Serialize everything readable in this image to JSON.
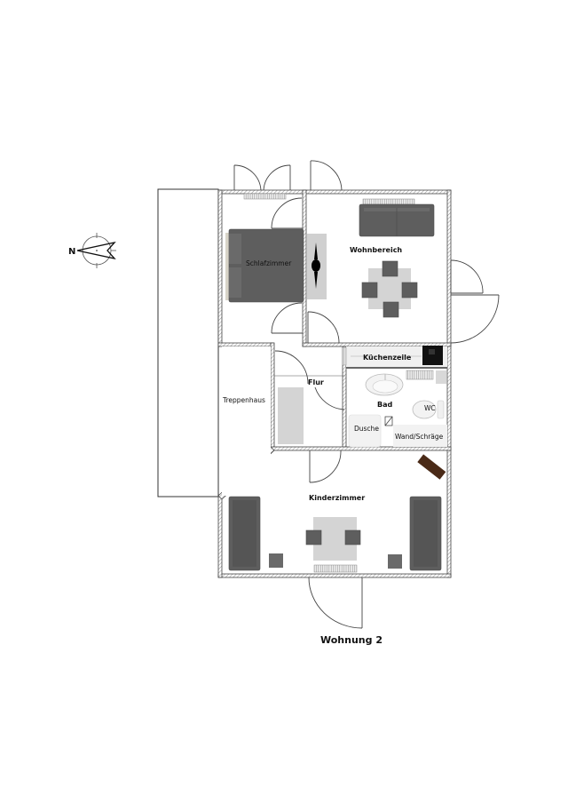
{
  "plan": {
    "title": "Wohnung 2",
    "compass": {
      "letter": "N",
      "icon": "compass-north-arrow-icon"
    },
    "rooms": [
      {
        "id": "schlafzimmer",
        "label": "Schlafzimmer"
      },
      {
        "id": "wohnbereich",
        "label": "Wohnbereich"
      },
      {
        "id": "kuechenzeile",
        "label": "Küchenzeile"
      },
      {
        "id": "flur",
        "label": "Flur"
      },
      {
        "id": "bad",
        "label": "Bad"
      },
      {
        "id": "treppenhaus",
        "label": "Treppenhaus"
      },
      {
        "id": "kinderzimmer",
        "label": "Kinderzimmer"
      }
    ],
    "fixtures": {
      "wc": "WC",
      "dusche": "Dusche",
      "wand": "Wand/Schräge"
    },
    "colors": {
      "furniture": "#5e5e5e",
      "rug": "#d4d4d4",
      "wall_line": "#333333",
      "desk_brown": "#4a2a17",
      "kitchen_black": "#111111"
    }
  }
}
